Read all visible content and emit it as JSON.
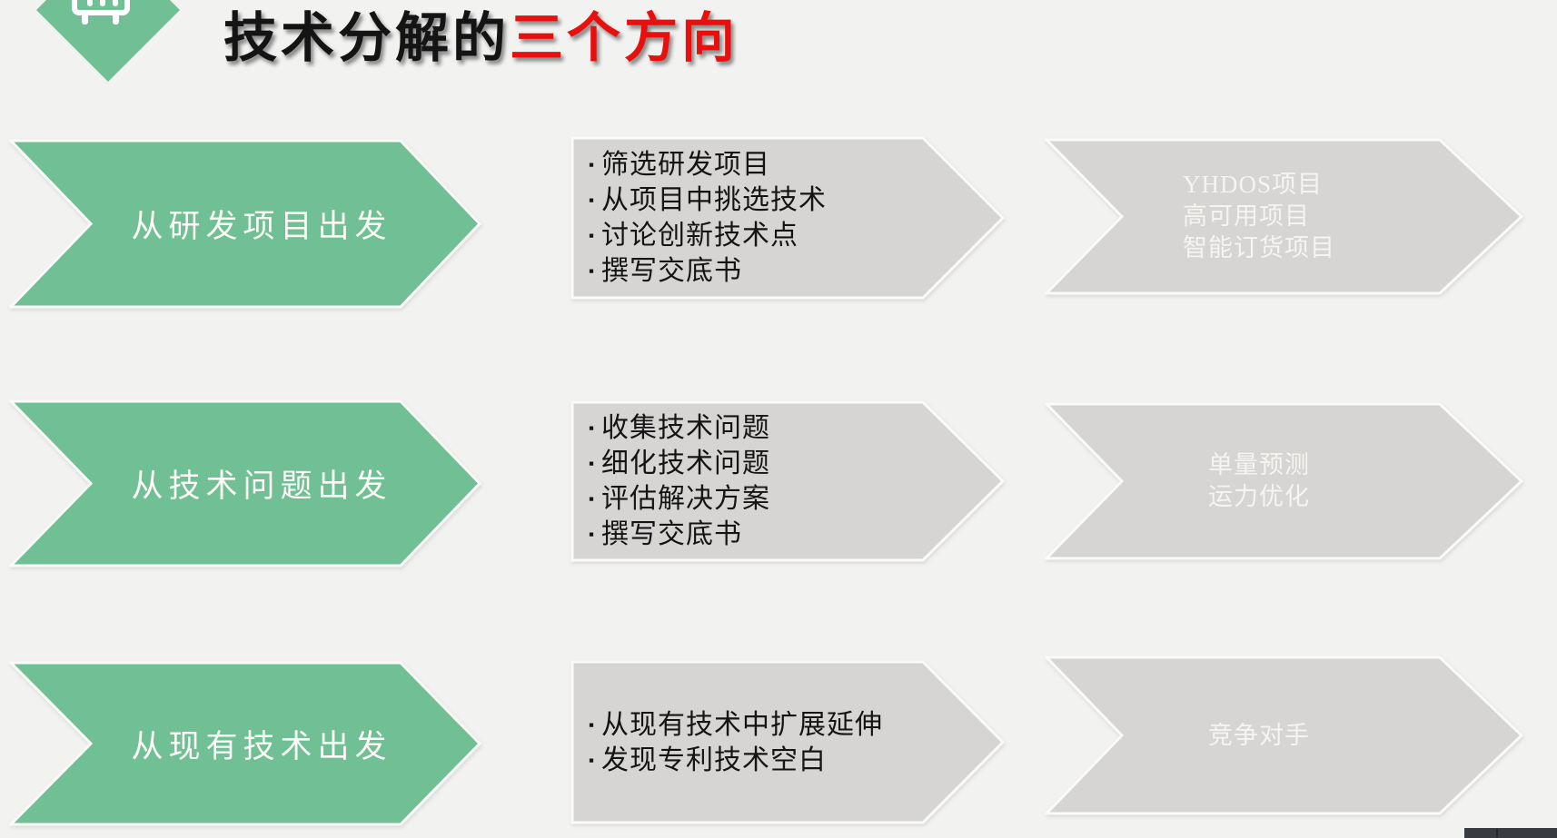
{
  "title": {
    "black_part": "技术分解的",
    "red_part": "三个方向"
  },
  "header": {
    "icon": "board-icon"
  },
  "ui": {
    "bullet_glyph": "▪"
  },
  "colors": {
    "green": "#71bf95",
    "gray": "#d6d5d4",
    "title_red": "#e8100e",
    "background": "#f2f2f1",
    "dark_bar": "#383b40",
    "white_text": "#f4f4f1"
  },
  "rows": [
    {
      "left": {
        "label": "从研发项目出发"
      },
      "middle": {
        "bullets": [
          "筛选研发项目",
          "从项目中挑选技术",
          "讨论创新技术点",
          "撰写交底书"
        ]
      },
      "right": {
        "lines": [
          "YHDOS项目",
          "高可用项目",
          "智能订货项目"
        ]
      }
    },
    {
      "left": {
        "label": "从技术问题出发"
      },
      "middle": {
        "bullets": [
          "收集技术问题",
          "细化技术问题",
          "评估解决方案",
          "撰写交底书"
        ]
      },
      "right": {
        "lines": [
          "单量预测",
          "运力优化"
        ]
      }
    },
    {
      "left": {
        "label": "从现有技术出发"
      },
      "middle": {
        "bullets": [
          "从现有技术中扩展延伸",
          "发现专利技术空白"
        ]
      },
      "right": {
        "lines": [
          "竞争对手"
        ]
      }
    }
  ]
}
